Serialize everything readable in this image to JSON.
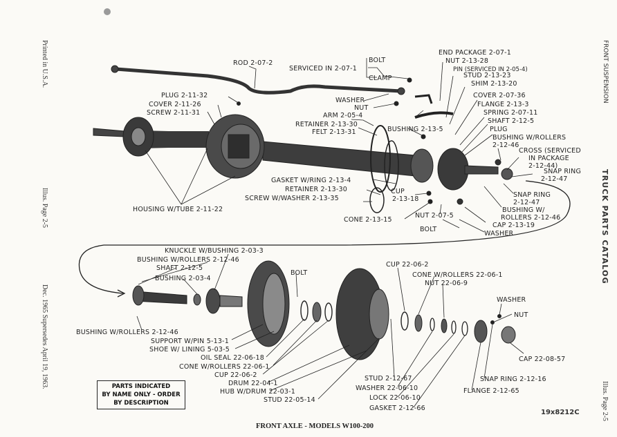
{
  "caption": "FRONT AXLE - MODELS W100-200",
  "figure_number": "19x8212C",
  "notice": [
    "PARTS INDICATED",
    "BY NAME ONLY - ORDER",
    "BY DESCRIPTION"
  ],
  "margins": {
    "left_top": "Printed in U.S.A.",
    "left_mid": "Illus. Page 2-5",
    "left_bottom": "Dec. 1965 Supersedes April 19, 1963.",
    "right_top": "FRONT SUSPENSION",
    "right_mid": "TRUCK PARTS CATALOG",
    "right_bottom": "Illus. Page 2-5"
  },
  "labels": {
    "rod": "ROD 2-07-2",
    "serviced_in": "SERVICED IN 2-07-1",
    "bolt_top": "BOLT",
    "clamp": "CLAMP",
    "washer_top": "WASHER",
    "nut_top": "NUT",
    "end_package": "END PACKAGE 2-07-1",
    "nut_2_13_28": "NUT 2-13-28",
    "pin": "PIN (SERVICED IN 2-05-4)",
    "stud_2_13_23": "STUD 2-13-23",
    "shim": "SHIM 2-13-20",
    "cover_2_07_36": "COVER 2-07-36",
    "flange_2_13_3": "FLANGE 2-13-3",
    "spring": "SPRING 2-07-11",
    "shaft_2_12_5_top": "SHAFT 2-12-5",
    "plug_top": "PLUG",
    "bushing_rollers_2_12_46_top": "BUSHING W/ROLLERS",
    "bushing_rollers_2_12_46_top_no": "2-12-46",
    "cross": "CROSS (SERVICED",
    "cross_2": "IN PACKAGE",
    "cross_3": "2-12-44)",
    "snap_ring_2_12_47_a": "SNAP RING",
    "snap_ring_2_12_47_a_no": "2-12-47",
    "snap_ring_2_12_47_b": "SNAP RING",
    "snap_ring_2_12_47_b_no": "2-12-47",
    "bushing_w_2_12_46": "BUSHING W/",
    "rollers_2_12_46": "ROLLERS 2-12-46",
    "cap_2_13_19": "CAP 2-13-19",
    "washer_mid": "WASHER",
    "bolt_mid": "BOLT",
    "nut_2_07_5": "NUT 2-07-5",
    "plug_2_11_32": "PLUG 2-11-32",
    "cover_2_11_26": "COVER 2-11-26",
    "screw_2_11_31": "SCREW 2-11-31",
    "arm": "ARM 2-05-4",
    "retainer_2_13_30_top": "RETAINER 2-13-30",
    "felt": "FELT 2-13-31",
    "bushing_2_13_5": "BUSHING 2-13-5",
    "gasket_w_ring": "GASKET W/RING 2-13-4",
    "retainer_2_13_30": "RETAINER 2-13-30",
    "screw_w_washer": "SCREW W/WASHER 2-13-35",
    "cup_2_13_18": "CUP",
    "cup_2_13_18_no": "2-13-18",
    "cone_2_13_15": "CONE 2-13-15",
    "housing": "HOUSING W/TUBE 2-11-22",
    "knuckle": "KNUCKLE W/BUSHING 2-03-3",
    "bushing_rollers_2_12_46_left": "BUSHING W/ROLLERS 2-12-46",
    "shaft_2_12_5": "SHAFT 2-12-5",
    "bushing_2_03_4": "BUSHING 2-03-4",
    "bushing_rollers_2_12_46_bottom": "BUSHING W/ROLLERS 2-12-46",
    "bolt_lower": "BOLT",
    "support": "SUPPORT W/PIN 5-13-1",
    "shoe": "SHOE W/ LINING 5-03-5",
    "oil_seal": "OIL SEAL 22-06-18",
    "cone_rollers_22_06_1_left": "CONE W/ROLLERS 22-06-1",
    "cup_22_06_2_left": "CUP 22-06-2",
    "drum": "DRUM 22-04-1",
    "hub": "HUB W/DRUM 22-03-1",
    "stud_22_05_14": "STUD 22-05-14",
    "cup_22_06_2": "CUP 22-06-2",
    "cone_rollers_22_06_1": "CONE W/ROLLERS 22-06-1",
    "nut_22_06_9": "NUT 22-06-9",
    "washer_right": "WASHER",
    "nut_right": "NUT",
    "cap_22_08_57": "CAP 22-08-57",
    "snap_ring_2_12_16": "SNAP RING 2-12-16",
    "flange_2_12_65": "FLANGE 2-12-65",
    "stud_2_12_67": "STUD 2-12-67",
    "washer_22_06_10": "WASHER 22-06-10",
    "lock_22_06_10": "LOCK 22-06-10",
    "gasket_2_12_66": "GASKET 2-12-66"
  }
}
